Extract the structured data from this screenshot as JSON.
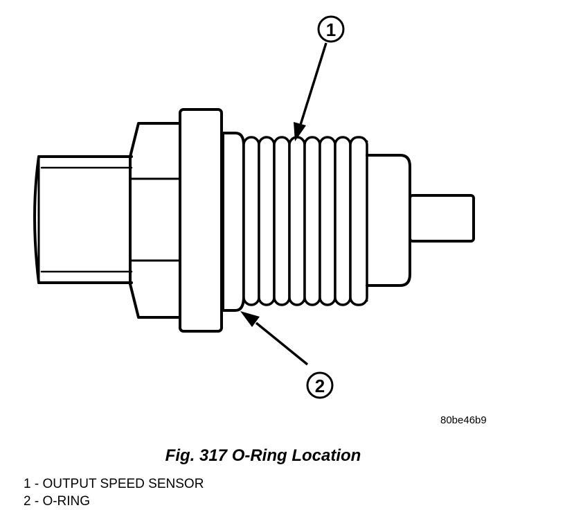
{
  "figure": {
    "id": "80be46b9",
    "caption": "Fig. 317 O-Ring Location"
  },
  "callouts": [
    {
      "number": "1",
      "label": "OUTPUT SPEED SENSOR"
    },
    {
      "number": "2",
      "label": "O-RING"
    }
  ],
  "legend": [
    "1 - OUTPUT SPEED SENSOR",
    "2 - O-RING"
  ]
}
